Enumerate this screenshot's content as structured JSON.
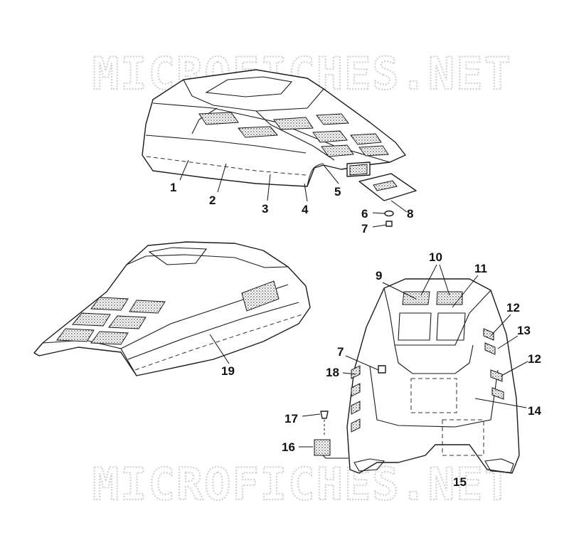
{
  "watermark": {
    "top": "MICROFICHES.NET",
    "bottom": "MICROFICHES.NET"
  },
  "callouts": [
    "1",
    "2",
    "3",
    "4",
    "5",
    "6",
    "7",
    "8",
    "9",
    "10",
    "11",
    "12",
    "13",
    "12",
    "14",
    "15",
    "16",
    "17",
    "18",
    "7",
    "19"
  ]
}
